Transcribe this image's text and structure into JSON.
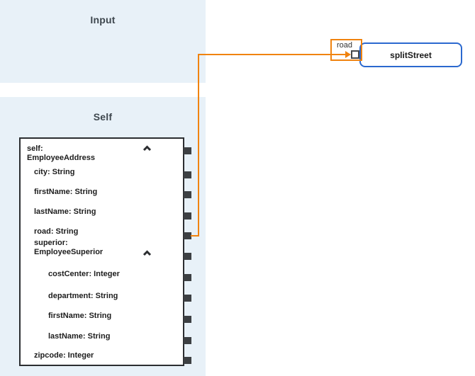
{
  "panels": {
    "input": {
      "title": "Input"
    },
    "self": {
      "title": "Self"
    }
  },
  "tree": {
    "rows": [
      {
        "label": "self: EmployeeAddress",
        "level": 0,
        "expandable": true,
        "state": "expanded"
      },
      {
        "label": "city: String",
        "level": 1
      },
      {
        "label": "firstName: String",
        "level": 1
      },
      {
        "label": "lastName: String",
        "level": 1
      },
      {
        "label": "road: String",
        "level": 1,
        "connected_to": "splitStreet"
      },
      {
        "label": "superior: EmployeeSuperior",
        "level": 1,
        "expandable": true,
        "state": "expanded"
      },
      {
        "label": "costCenter: Integer",
        "level": 2
      },
      {
        "label": "department: String",
        "level": 2
      },
      {
        "label": "firstName: String",
        "level": 2
      },
      {
        "label": "lastName: String",
        "level": 2
      },
      {
        "label": "zipcode: Integer",
        "level": 1
      }
    ]
  },
  "node": {
    "title": "splitStreet",
    "input_port_label": "road"
  },
  "colors": {
    "panel_blue": "#e8f1f8",
    "connection_orange": "#f0830f",
    "node_border_blue": "#2b69cf",
    "port_dark": "#3d4043",
    "tree_border": "#2b2d30"
  }
}
